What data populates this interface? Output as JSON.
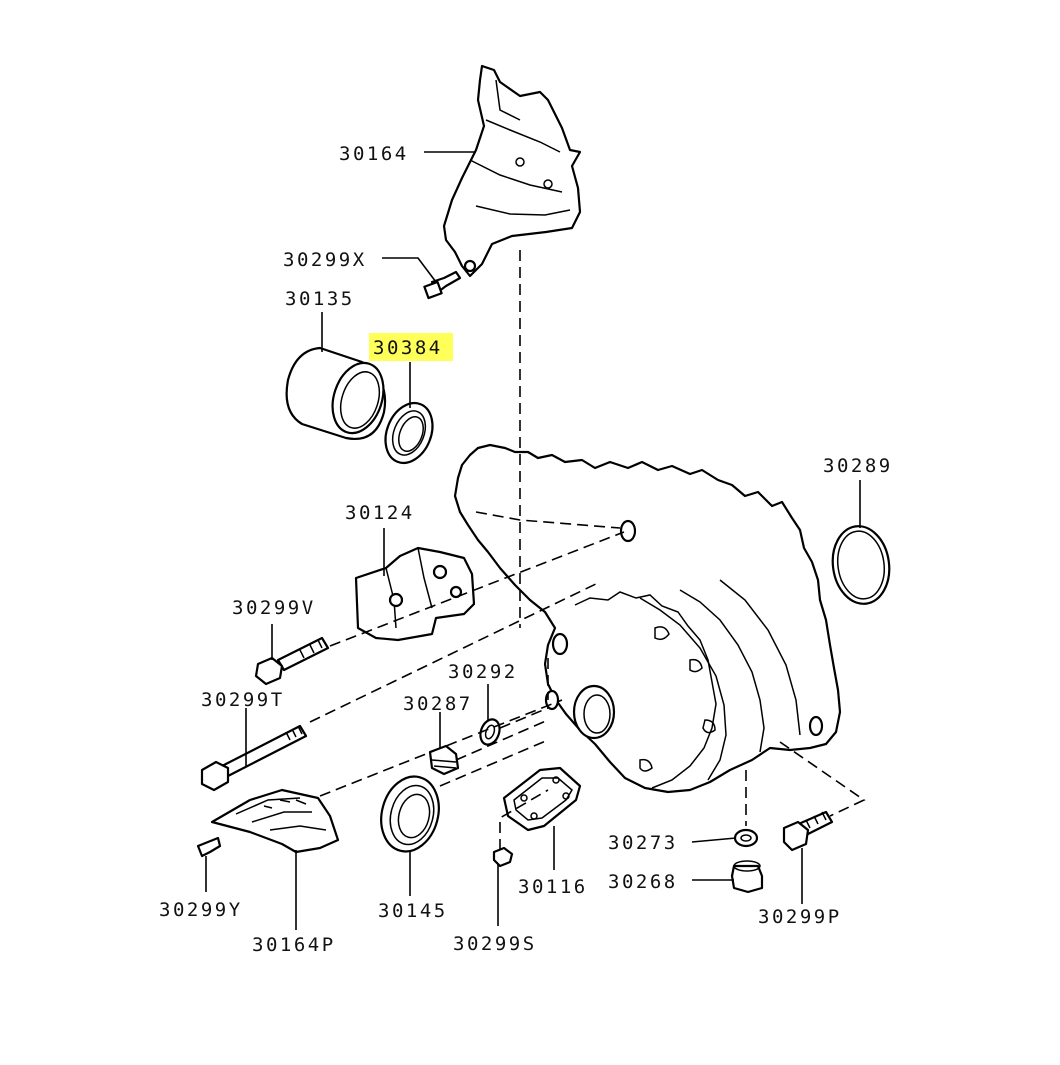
{
  "diagram": {
    "highlight_color": "#ffff5a",
    "callouts": {
      "p30164": "30164",
      "p30299X": "30299X",
      "p30135": "30135",
      "p30384": "30384",
      "p30289": "30289",
      "p30124": "30124",
      "p30299V": "30299V",
      "p30292": "30292",
      "p30299T": "30299T",
      "p30287": "30287",
      "p30273": "30273",
      "p30268": "30268",
      "p30299Y": "30299Y",
      "p30145": "30145",
      "p30116": "30116",
      "p30299P": "30299P",
      "p30164P": "30164P",
      "p30299S": "30299S"
    },
    "highlighted_part": "30384"
  }
}
